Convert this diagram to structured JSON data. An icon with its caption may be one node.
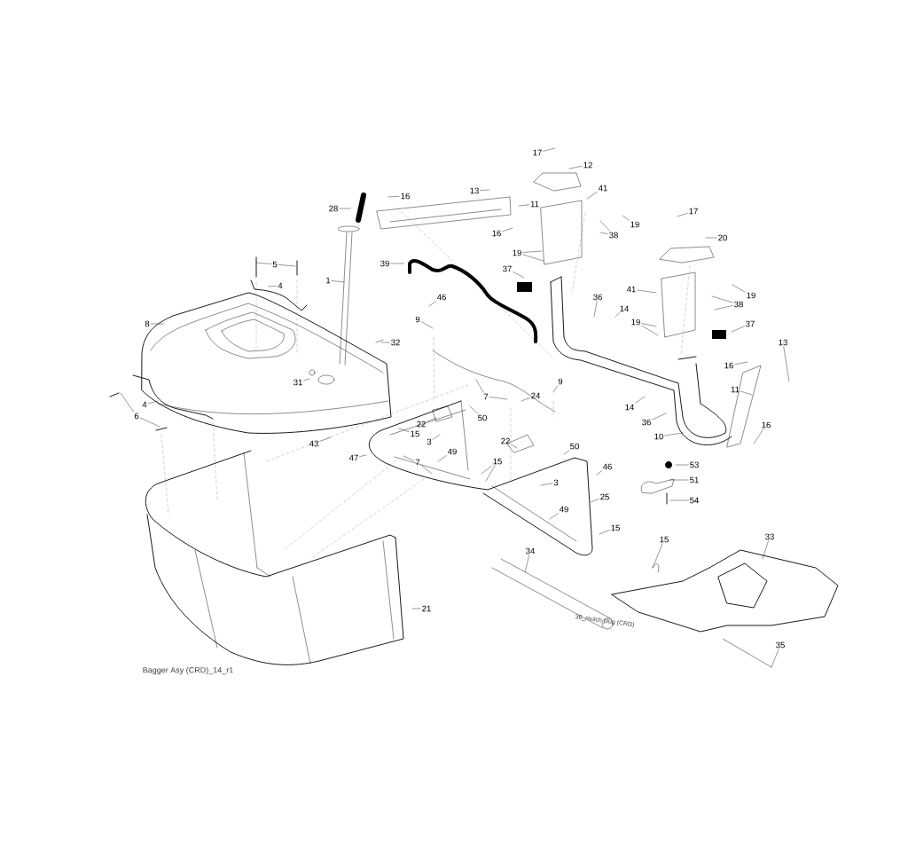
{
  "diagram": {
    "nodes": [
      {
        "text": [
          "17"
        ]
      },
      {
        "text": [
          "12"
        ]
      },
      {
        "text": [
          "13"
        ]
      },
      {
        "text": [
          "11"
        ]
      },
      {
        "text": [
          "16"
        ]
      },
      {
        "text": [
          "28"
        ]
      },
      {
        "text": [
          "41"
        ]
      },
      {
        "text": [
          "17"
        ]
      },
      {
        "text": [
          "19"
        ]
      },
      {
        "text": [
          "38"
        ]
      },
      {
        "text": [
          "16"
        ]
      },
      {
        "text": [
          "20"
        ]
      },
      {
        "text": [
          "19"
        ]
      },
      {
        "text": [
          "5"
        ]
      },
      {
        "text": [
          "39"
        ]
      },
      {
        "text": [
          "37"
        ]
      },
      {
        "text": [
          "1"
        ]
      },
      {
        "text": [
          "4"
        ]
      },
      {
        "text": [
          "41"
        ]
      },
      {
        "text": [
          "19"
        ]
      },
      {
        "text": [
          "46"
        ]
      },
      {
        "text": [
          "36"
        ]
      },
      {
        "text": [
          "38"
        ]
      },
      {
        "text": [
          "14"
        ]
      },
      {
        "text": [
          "19"
        ]
      },
      {
        "text": [
          "8"
        ]
      },
      {
        "text": [
          "37"
        ]
      },
      {
        "text": [
          "9"
        ]
      },
      {
        "text": [
          "32"
        ]
      },
      {
        "text": [
          "13"
        ]
      },
      {
        "text": [
          "31"
        ]
      },
      {
        "text": [
          "9"
        ]
      },
      {
        "text": [
          "24"
        ]
      },
      {
        "text": [
          "7"
        ]
      },
      {
        "text": [
          "16"
        ]
      },
      {
        "text": [
          "11"
        ]
      },
      {
        "text": [
          "4"
        ]
      },
      {
        "text": [
          "14"
        ]
      },
      {
        "text": [
          "6"
        ]
      },
      {
        "text": [
          "50"
        ]
      },
      {
        "text": [
          "22"
        ]
      },
      {
        "text": [
          "36"
        ]
      },
      {
        "text": [
          "16"
        ]
      },
      {
        "text": [
          "15"
        ]
      },
      {
        "text": [
          "10"
        ]
      },
      {
        "text": [
          "3"
        ]
      },
      {
        "text": [
          "22"
        ]
      },
      {
        "text": [
          "43"
        ]
      },
      {
        "text": [
          "50"
        ]
      },
      {
        "text": [
          "49"
        ]
      },
      {
        "text": [
          "47"
        ]
      },
      {
        "text": [
          "7"
        ]
      },
      {
        "text": [
          "15"
        ]
      },
      {
        "text": [
          "53"
        ]
      },
      {
        "text": [
          "46"
        ]
      },
      {
        "text": [
          "51"
        ]
      },
      {
        "text": [
          "3"
        ]
      },
      {
        "text": [
          "25"
        ]
      },
      {
        "text": [
          "54"
        ]
      },
      {
        "text": [
          "49"
        ]
      },
      {
        "text": [
          "15"
        ]
      },
      {
        "text": [
          "15"
        ]
      },
      {
        "text": [
          "33"
        ]
      },
      {
        "text": [
          "34"
        ]
      },
      {
        "text": [
          "21"
        ]
      },
      {
        "text": [
          "35"
        ]
      }
    ],
    "edges": [
      {
        "from": 0,
        "to": null,
        "arrow": "none"
      },
      {
        "from": 1,
        "to": null,
        "arrow": "none"
      },
      {
        "from": 2,
        "to": null,
        "arrow": "none"
      },
      {
        "from": 3,
        "to": null,
        "arrow": "none"
      },
      {
        "from": 4,
        "to": null,
        "arrow": "none"
      },
      {
        "from": 5,
        "to": null,
        "arrow": "none"
      },
      {
        "from": 6,
        "to": null,
        "arrow": "none"
      },
      {
        "from": 7,
        "to": null,
        "arrow": "none"
      },
      {
        "from": 8,
        "to": null,
        "arrow": "none"
      },
      {
        "from": 9,
        "to": null,
        "arrow": "none"
      },
      {
        "from": 9,
        "to": null,
        "arrow": "none"
      },
      {
        "from": 10,
        "to": null,
        "arrow": "none"
      },
      {
        "from": 11,
        "to": null,
        "arrow": "none"
      },
      {
        "from": 12,
        "to": null,
        "arrow": "none"
      },
      {
        "from": 12,
        "to": null,
        "arrow": "none"
      },
      {
        "from": 13,
        "to": null,
        "arrow": "none"
      },
      {
        "from": 13,
        "to": null,
        "arrow": "none"
      },
      {
        "from": 14,
        "to": null,
        "arrow": "none"
      },
      {
        "from": 15,
        "to": null,
        "arrow": "none"
      },
      {
        "from": 16,
        "to": null,
        "arrow": "none"
      },
      {
        "from": 17,
        "to": null,
        "arrow": "none"
      },
      {
        "from": 18,
        "to": null,
        "arrow": "none"
      },
      {
        "from": 19,
        "to": null,
        "arrow": "none"
      },
      {
        "from": 20,
        "to": null,
        "arrow": "none"
      },
      {
        "from": 21,
        "to": null,
        "arrow": "none"
      },
      {
        "from": 22,
        "to": null,
        "arrow": "none"
      },
      {
        "from": 22,
        "to": null,
        "arrow": "none"
      },
      {
        "from": 23,
        "to": null,
        "arrow": "none"
      },
      {
        "from": 24,
        "to": null,
        "arrow": "none"
      },
      {
        "from": 24,
        "to": null,
        "arrow": "none"
      },
      {
        "from": 25,
        "to": null,
        "arrow": "none"
      },
      {
        "from": 26,
        "to": null,
        "arrow": "none"
      },
      {
        "from": 27,
        "to": null,
        "arrow": "none"
      },
      {
        "from": 28,
        "to": null,
        "arrow": "none"
      },
      {
        "from": 29,
        "to": null,
        "arrow": "none"
      },
      {
        "from": 30,
        "to": null,
        "arrow": "none"
      },
      {
        "from": 31,
        "to": null,
        "arrow": "none"
      },
      {
        "from": 32,
        "to": null,
        "arrow": "none"
      },
      {
        "from": 33,
        "to": null,
        "arrow": "none"
      },
      {
        "from": 33,
        "to": null,
        "arrow": "none"
      },
      {
        "from": 34,
        "to": null,
        "arrow": "none"
      },
      {
        "from": 35,
        "to": null,
        "arrow": "none"
      },
      {
        "from": 36,
        "to": null,
        "arrow": "none"
      },
      {
        "from": 37,
        "to": null,
        "arrow": "none"
      },
      {
        "from": 38,
        "to": null,
        "arrow": "none"
      },
      {
        "from": 38,
        "to": null,
        "arrow": "none"
      },
      {
        "from": 39,
        "to": null,
        "arrow": "none"
      },
      {
        "from": 40,
        "to": null,
        "arrow": "none"
      },
      {
        "from": 41,
        "to": null,
        "arrow": "none"
      },
      {
        "from": 42,
        "to": null,
        "arrow": "none"
      },
      {
        "from": 43,
        "to": null,
        "arrow": "none"
      },
      {
        "from": 44,
        "to": null,
        "arrow": "none"
      },
      {
        "from": 45,
        "to": null,
        "arrow": "none"
      },
      {
        "from": 46,
        "to": null,
        "arrow": "none"
      },
      {
        "from": 47,
        "to": null,
        "arrow": "none"
      },
      {
        "from": 48,
        "to": null,
        "arrow": "none"
      },
      {
        "from": 49,
        "to": null,
        "arrow": "none"
      },
      {
        "from": 50,
        "to": null,
        "arrow": "none"
      },
      {
        "from": 51,
        "to": null,
        "arrow": "none"
      },
      {
        "from": 51,
        "to": null,
        "arrow": "none"
      },
      {
        "from": 52,
        "to": null,
        "arrow": "none"
      },
      {
        "from": 52,
        "to": null,
        "arrow": "none"
      },
      {
        "from": 53,
        "to": null,
        "arrow": "none"
      },
      {
        "from": 54,
        "to": null,
        "arrow": "none"
      },
      {
        "from": 55,
        "to": null,
        "arrow": "none"
      },
      {
        "from": 56,
        "to": null,
        "arrow": "none"
      },
      {
        "from": 57,
        "to": null,
        "arrow": "none"
      },
      {
        "from": 58,
        "to": null,
        "arrow": "none"
      },
      {
        "from": 59,
        "to": null,
        "arrow": "none"
      },
      {
        "from": 60,
        "to": null,
        "arrow": "none"
      },
      {
        "from": 61,
        "to": null,
        "arrow": "none"
      },
      {
        "from": 62,
        "to": null,
        "arrow": "none"
      },
      {
        "from": 63,
        "to": null,
        "arrow": "none"
      },
      {
        "from": 64,
        "to": null,
        "arrow": "none"
      },
      {
        "from": 65,
        "to": null,
        "arrow": "none"
      }
    ],
    "labels": [
      "36_mulch plug (CRD)",
      "Bagger Asy (CRD)_14_r1"
    ]
  }
}
